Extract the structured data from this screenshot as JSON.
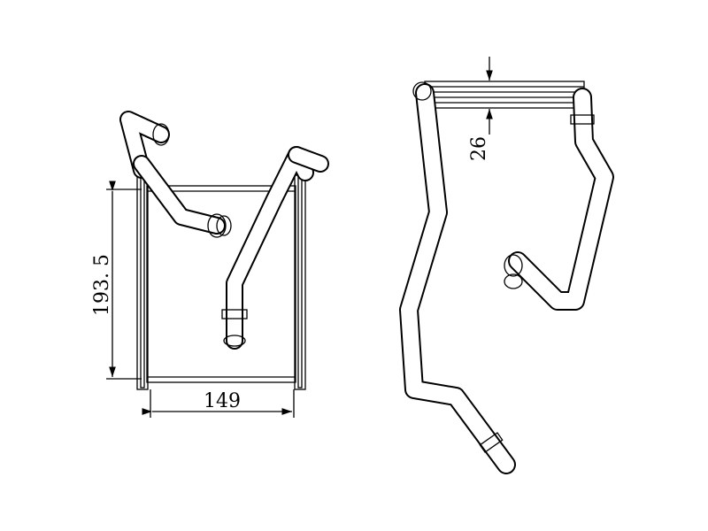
{
  "drawing": {
    "front_view": {
      "height_dimension": "193. 5",
      "width_dimension": "149"
    },
    "side_view": {
      "depth_dimension": "26"
    }
  }
}
